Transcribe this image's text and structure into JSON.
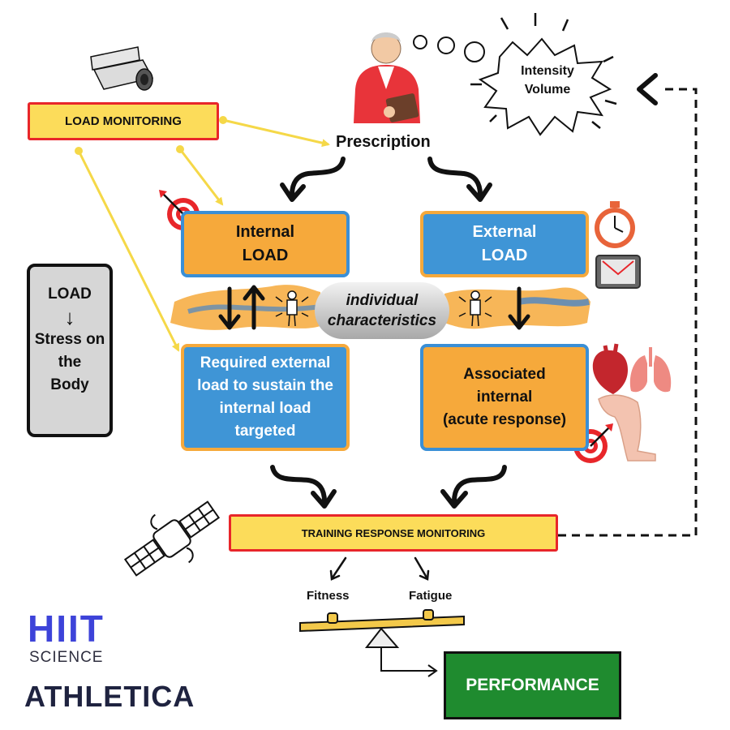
{
  "diagram": {
    "load_monitoring": "LOAD MONITORING",
    "prescription": "Prescription",
    "cloud": {
      "line1": "Intensity",
      "line2": "Volume"
    },
    "internal_load": {
      "line1": "Internal",
      "line2": "LOAD"
    },
    "external_load": {
      "line1": "External",
      "line2": "LOAD"
    },
    "individual": {
      "line1": "individual",
      "line2": "characteristics"
    },
    "stress_box": {
      "line1": "LOAD",
      "arrow": "↓",
      "line2": "Stress on",
      "line3": "the",
      "line4": "Body"
    },
    "required_external": {
      "line1": "Required external",
      "line2": "load to sustain the",
      "line3": "internal load",
      "line4": "targeted"
    },
    "associated_internal": {
      "line1": "Associated",
      "line2": "internal",
      "line3": "(acute response)"
    },
    "training_response": "TRAINING RESPONSE MONITORING",
    "fitness": "Fitness",
    "fatigue": "Fatigue",
    "performance": "PERFORMANCE"
  },
  "logos": {
    "hiit": "HIIT",
    "science": "SCIENCE",
    "athletica": "ATHLETICA"
  },
  "icons": [
    "security-camera-icon",
    "coach-icon",
    "thought-bubble-icon",
    "target-icon",
    "stopwatch-icon",
    "tablet-icon",
    "heart-icon",
    "lungs-icon",
    "leg-icon",
    "satellite-icon",
    "seesaw-icon",
    "person-stress-icon"
  ],
  "colors": {
    "yellow_box": "#fcdc5a",
    "red_border": "#e8262a",
    "orange_box": "#f6a93b",
    "blue_box": "#3f95d6",
    "performance_green": "#1f8b2f",
    "connector_yellow": "#f5d848"
  }
}
